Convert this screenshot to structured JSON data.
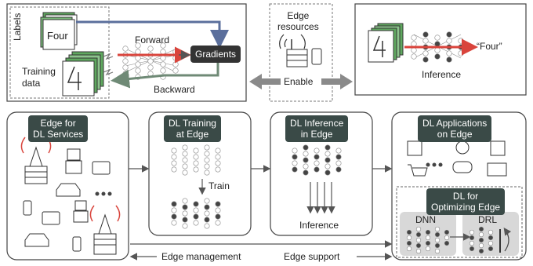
{
  "training_panel": {
    "labels_text": "Labels",
    "label_card": "Four",
    "training_data_text": "Training\ndata",
    "forward_text": "Forward",
    "gradients_text": "Gradients",
    "backward_text": "Backward"
  },
  "edge_resources_text": "Edge\nresources",
  "enable_text": "Enable",
  "inference_panel": {
    "output_text": "“Four”",
    "inference_text": "Inference"
  },
  "boxes": {
    "edge_for_dl": "Edge for\nDL Services",
    "dl_training": "DL Training\nat Edge",
    "train_text": "Train",
    "dl_inference": "DL Inference\nin Edge",
    "inference_text": "Inference",
    "dl_applications": "DL Applications\non Edge",
    "dl_optimizing": "DL for\nOptimizing Edge",
    "dnn_text": "DNN",
    "drl_text": "DRL"
  },
  "edge_management_text": "Edge management",
  "edge_support_text": "Edge support",
  "colors": {
    "banner": "#3a4a47",
    "forward_arrow": "#d9443c",
    "label_arrow": "#5b6f9c",
    "backward_arrow": "#6f8a76",
    "enable_arrow": "#8a8a8a"
  }
}
